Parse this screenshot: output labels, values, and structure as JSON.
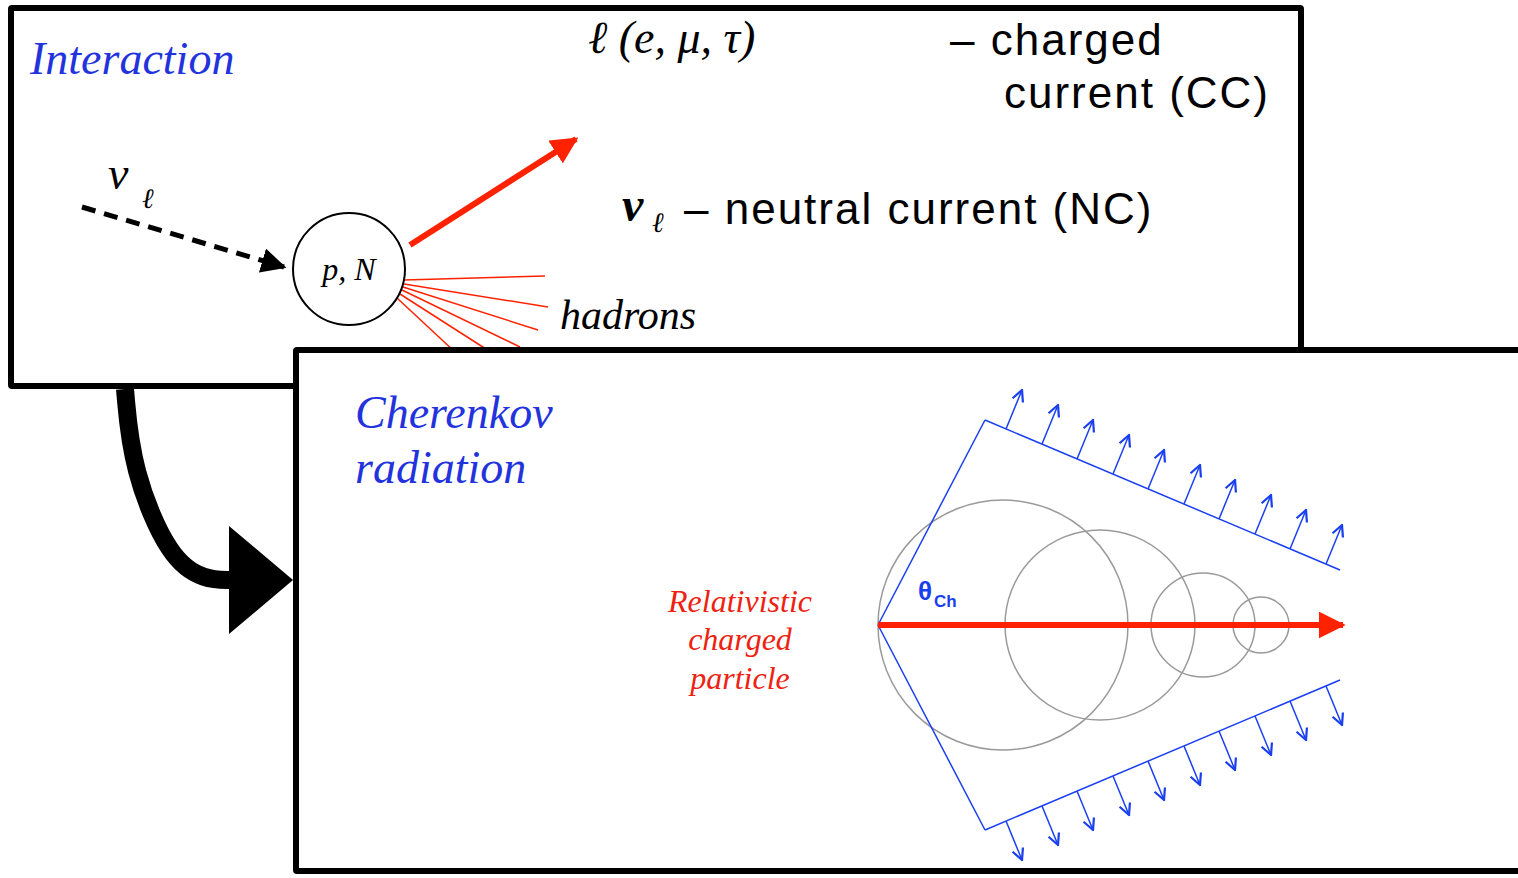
{
  "diagram": {
    "nodes": [
      {
        "text": [
          "Interaction"
        ]
      },
      {
        "text": [
          "p, N"
        ],
        "in": 0
      },
      {
        "text": [
          "Cherenkov radiation"
        ]
      }
    ],
    "edges": [
      {
        "from": 0,
        "to": 2,
        "arrow": "to"
      }
    ],
    "labels": [
      "ν",
      "ℓ",
      "ℓ (e, μ, τ)",
      "– charged current (CC)",
      "ν",
      "ℓ",
      "– neutral current (NC)",
      "hadrons",
      "Relativistic charged particle",
      "θ",
      "Ch"
    ]
  }
}
